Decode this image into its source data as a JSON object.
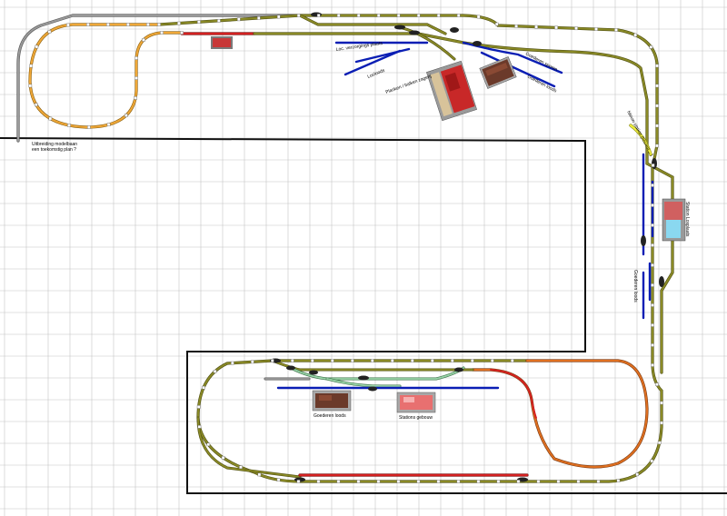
{
  "labels": {
    "uitbreiding": [
      "Uitbreiding modelbaan",
      "een toekomstig plan ?"
    ],
    "loc_verzorging": "Loc. verzorgings plaats",
    "locloods": "Locloods",
    "plankenzagerij": "Planken / balken zagerij",
    "goederen_sporen": "Goederen sporen",
    "goederen_loods_top": "Goederen loods",
    "nieuw_station": "Nieuw station (houten ...)",
    "station_losplaats": "Station Losplaats",
    "goederen_loods_right": "Goederen loods",
    "goederen_loods_bottom": "Goederen loods",
    "stations_gebouw": "Stations gebouw"
  },
  "colors": {
    "grid": "#b9b9b9",
    "olive_track": "#7a7a1e",
    "orange_track": "#e8a030",
    "red_track": "#c81818",
    "blue_siding": "#0a1eb4",
    "green_track": "#8ccc9c",
    "gray_track": "#888888",
    "orange2_track": "#e07020",
    "yellow_track": "#e6e640",
    "boundary": "#111111"
  }
}
